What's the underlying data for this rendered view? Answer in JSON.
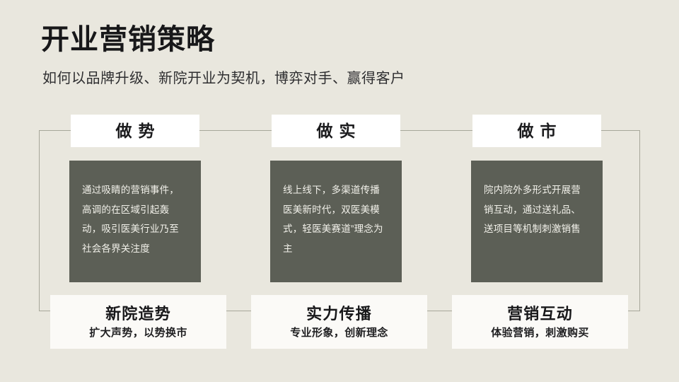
{
  "slide": {
    "background_color": "#e9e7de",
    "title": "开业营销策略",
    "subtitle": "如何以品牌升级、新院开业为契机，博弈对手、赢得客户",
    "frame": {
      "border_color": "#a7a79a"
    },
    "accent_colors": {
      "card_dark": "#5c5f56",
      "card_light": "#ffffff",
      "text_dark": "#18181a",
      "text_light": "#f2f1ea"
    },
    "columns": [
      {
        "header": "做势",
        "body": "通过吸睛的营销事件，高调的在区域引起轰动，吸引医美行业乃至社会各界关注度",
        "footer_title": "新院造势",
        "footer_subtitle": "扩大声势，以势换市"
      },
      {
        "header": "做实",
        "body": "线上线下，多渠道传播医美新时代，双医美模式，轻医美赛道”理念为主",
        "footer_title": "实力传播",
        "footer_subtitle": "专业形象，创新理念"
      },
      {
        "header": "做市",
        "body": "院内院外多形式开展营销互动，通过送礼品、送项目等机制刺激销售",
        "footer_title": "营销互动",
        "footer_subtitle": "体验营销，刺激购买"
      }
    ]
  }
}
